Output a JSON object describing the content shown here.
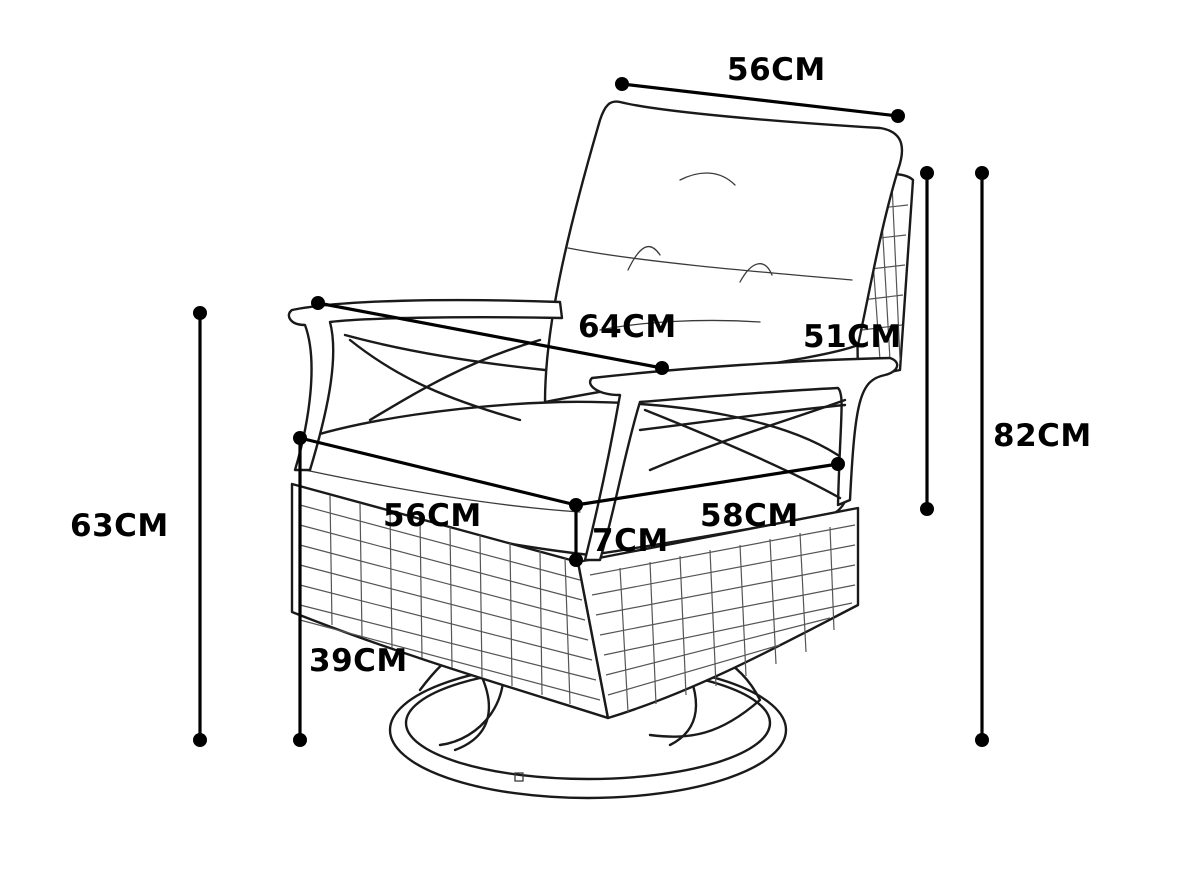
{
  "figure": {
    "subject": "swivel-chair",
    "dimensions": {
      "back_width": "56CM",
      "armrest_depth": "64CM",
      "back_height": "51CM",
      "total_height": "82CM",
      "arm_height": "63CM",
      "seat_width": "56CM",
      "seat_depth": "58CM",
      "cushion_thickness": "7CM",
      "seat_height": "39CM"
    }
  }
}
